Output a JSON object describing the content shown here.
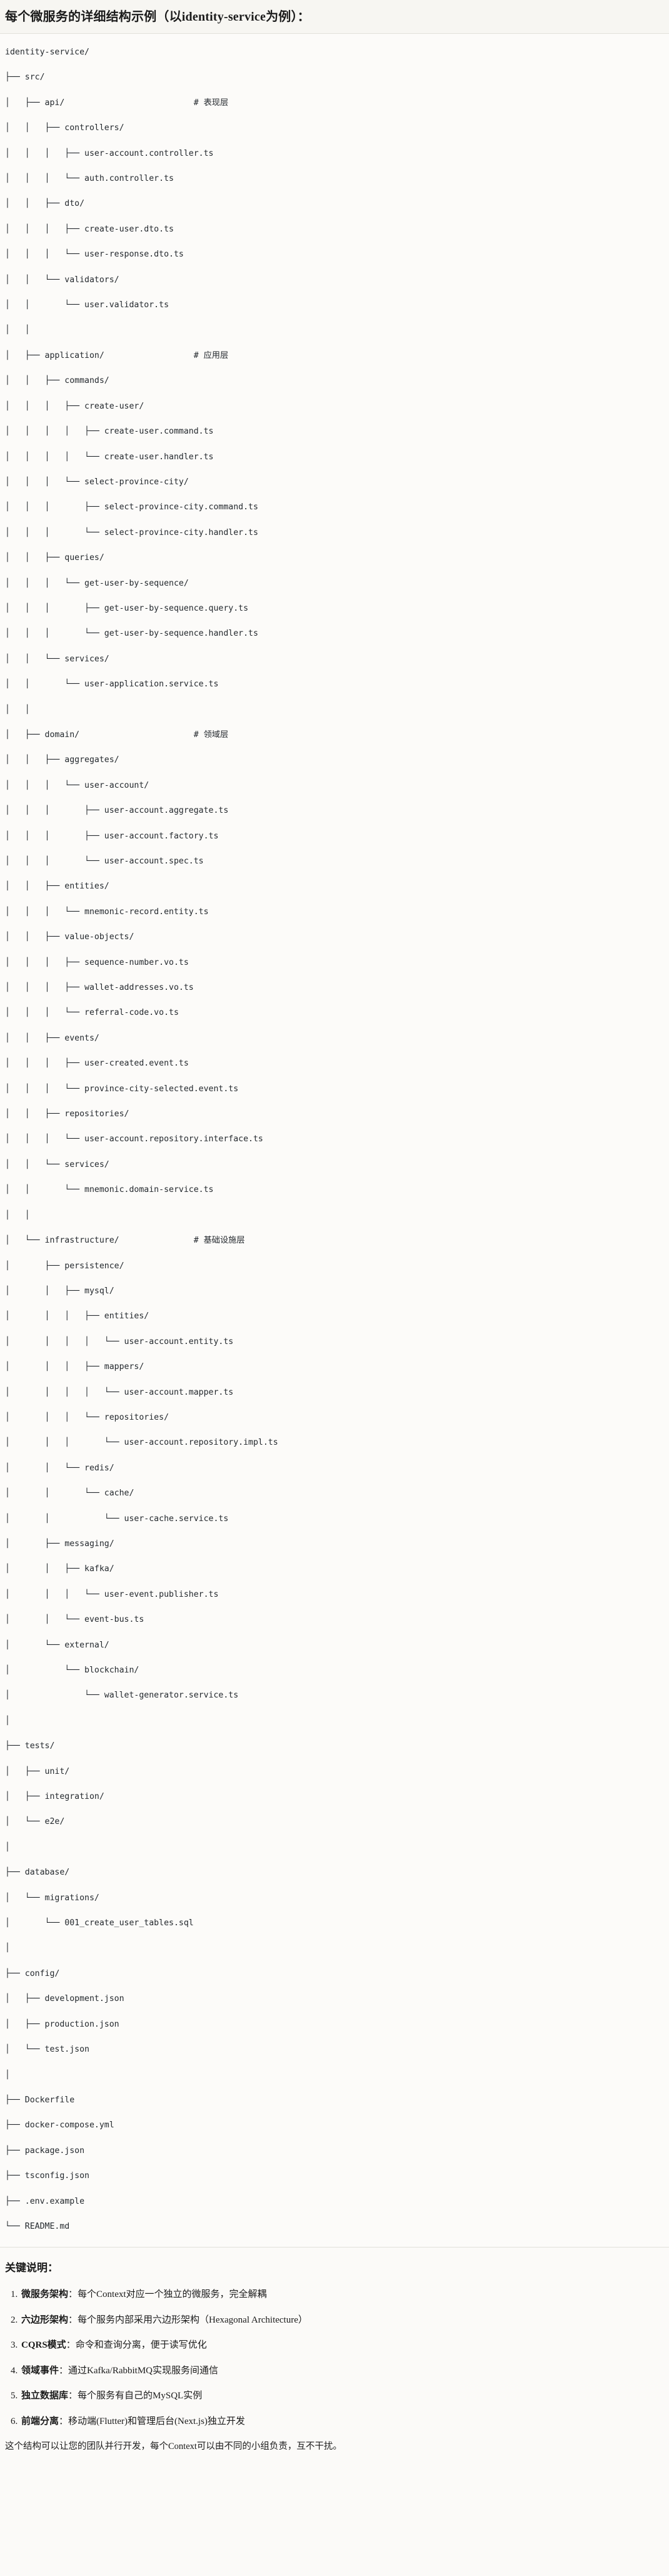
{
  "header": {
    "title": "每个微服务的详细结构示例（以identity-service为例）："
  },
  "tree": {
    "root": "identity-service/",
    "lines": [
      "identity-service/",
      "├── src/",
      "│   ├── api/                          # 表现层",
      "│   │   ├── controllers/",
      "│   │   │   ├── user-account.controller.ts",
      "│   │   │   └── auth.controller.ts",
      "│   │   ├── dto/",
      "│   │   │   ├── create-user.dto.ts",
      "│   │   │   └── user-response.dto.ts",
      "│   │   └── validators/",
      "│   │       └── user.validator.ts",
      "│   │",
      "│   ├── application/                  # 应用层",
      "│   │   ├── commands/",
      "│   │   │   ├── create-user/",
      "│   │   │   │   ├── create-user.command.ts",
      "│   │   │   │   └── create-user.handler.ts",
      "│   │   │   └── select-province-city/",
      "│   │   │       ├── select-province-city.command.ts",
      "│   │   │       └── select-province-city.handler.ts",
      "│   │   ├── queries/",
      "│   │   │   └── get-user-by-sequence/",
      "│   │   │       ├── get-user-by-sequence.query.ts",
      "│   │   │       └── get-user-by-sequence.handler.ts",
      "│   │   └── services/",
      "│   │       └── user-application.service.ts",
      "│   │",
      "│   ├── domain/                       # 领域层",
      "│   │   ├── aggregates/",
      "│   │   │   └── user-account/",
      "│   │   │       ├── user-account.aggregate.ts",
      "│   │   │       ├── user-account.factory.ts",
      "│   │   │       └── user-account.spec.ts",
      "│   │   ├── entities/",
      "│   │   │   └── mnemonic-record.entity.ts",
      "│   │   ├── value-objects/",
      "│   │   │   ├── sequence-number.vo.ts",
      "│   │   │   ├── wallet-addresses.vo.ts",
      "│   │   │   └── referral-code.vo.ts",
      "│   │   ├── events/",
      "│   │   │   ├── user-created.event.ts",
      "│   │   │   └── province-city-selected.event.ts",
      "│   │   ├── repositories/",
      "│   │   │   └── user-account.repository.interface.ts",
      "│   │   └── services/",
      "│   │       └── mnemonic.domain-service.ts",
      "│   │",
      "│   └── infrastructure/               # 基础设施层",
      "│       ├── persistence/",
      "│       │   ├── mysql/",
      "│       │   │   ├── entities/",
      "│       │   │   │   └── user-account.entity.ts",
      "│       │   │   ├── mappers/",
      "│       │   │   │   └── user-account.mapper.ts",
      "│       │   │   └── repositories/",
      "│       │   │       └── user-account.repository.impl.ts",
      "│       │   └── redis/",
      "│       │       └── cache/",
      "│       │           └── user-cache.service.ts",
      "│       ├── messaging/",
      "│       │   ├── kafka/",
      "│       │   │   └── user-event.publisher.ts",
      "│       │   └── event-bus.ts",
      "│       └── external/",
      "│           └── blockchain/",
      "│               └── wallet-generator.service.ts",
      "│",
      "├── tests/",
      "│   ├── unit/",
      "│   ├── integration/",
      "│   └── e2e/",
      "│",
      "├── database/",
      "│   └── migrations/",
      "│       └── 001_create_user_tables.sql",
      "│",
      "├── config/",
      "│   ├── development.json",
      "│   ├── production.json",
      "│   └── test.json",
      "│",
      "├── Dockerfile",
      "├── docker-compose.yml",
      "├── package.json",
      "├── tsconfig.json",
      "├── .env.example",
      "└── README.md"
    ],
    "layer_comments": [
      {
        "path": "api/",
        "comment": "# 表现层"
      },
      {
        "path": "application/",
        "comment": "# 应用层"
      },
      {
        "path": "domain/",
        "comment": "# 领域层"
      },
      {
        "path": "infrastructure/",
        "comment": "# 基础设施层"
      }
    ]
  },
  "notes": {
    "heading": "关键说明：",
    "items": [
      {
        "term": "微服务架构",
        "desc": "：每个Context对应一个独立的微服务，完全解耦"
      },
      {
        "term": "六边形架构",
        "desc": "：每个服务内部采用六边形架构（Hexagonal Architecture）"
      },
      {
        "term": "CQRS模式",
        "desc": "：命令和查询分离，便于读写优化"
      },
      {
        "term": "领域事件",
        "desc": "：通过Kafka/RabbitMQ实现服务间通信"
      },
      {
        "term": "独立数据库",
        "desc": "：每个服务有自己的MySQL实例"
      },
      {
        "term": "前端分离",
        "desc": "：移动端(Flutter)和管理后台(Next.js)独立开发"
      }
    ],
    "closing": "这个结构可以让您的团队并行开发，每个Context可以由不同的小组负责，互不干扰。"
  }
}
